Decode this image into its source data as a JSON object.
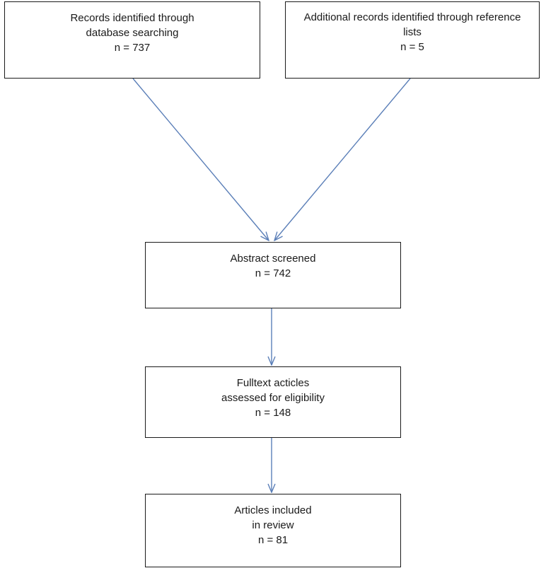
{
  "nodes": {
    "database": {
      "lines": [
        "Records identified through",
        "database searching",
        "n = 737"
      ]
    },
    "reference": {
      "lines": [
        "Additional records identified through reference",
        "lists",
        "n = 5"
      ]
    },
    "abstract": {
      "lines": [
        "Abstract screened",
        "n = 742"
      ]
    },
    "fulltext": {
      "lines": [
        "Fulltext acticles",
        "assessed for eligibility",
        "n = 148"
      ]
    },
    "included": {
      "lines": [
        "Articles included",
        "in review",
        "n = 81"
      ]
    }
  },
  "edges": [
    {
      "from": "database",
      "to": "abstract"
    },
    {
      "from": "reference",
      "to": "abstract"
    },
    {
      "from": "abstract",
      "to": "fulltext"
    },
    {
      "from": "fulltext",
      "to": "included"
    }
  ],
  "colors": {
    "arrow": "#5b7fb8",
    "box_border": "#1a1a1a"
  }
}
